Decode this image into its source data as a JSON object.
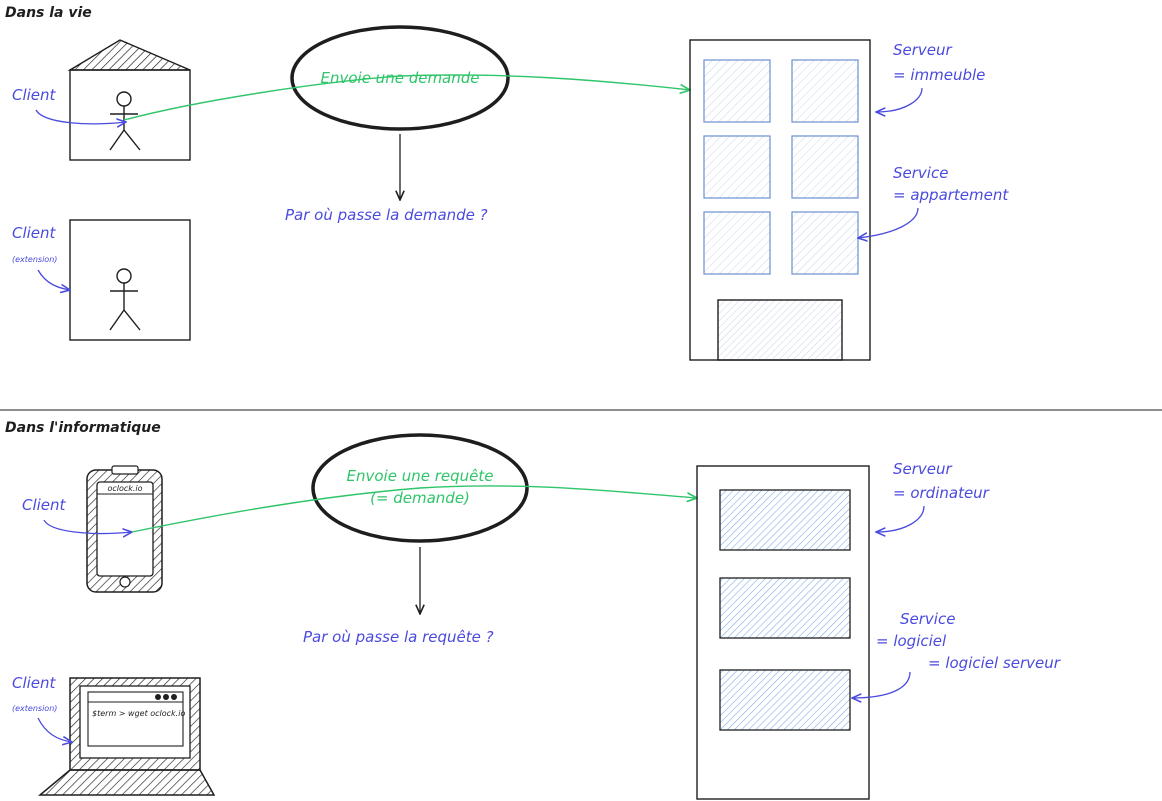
{
  "colors": {
    "ink": "#1e1e1e",
    "annotation": "#4a4adf",
    "arrow": "#2fc56a",
    "window_stroke": "#6b8fcf",
    "window_fill": "#a5c8f2"
  },
  "top": {
    "title": "Dans la vie",
    "client1": "Client",
    "client2": "Client",
    "client2_note": "(extension)",
    "request": "Envoie une demande",
    "question": "Par où passe la demande ?",
    "server_line1": "Serveur",
    "server_line2": "= immeuble",
    "service_line1": "Service",
    "service_line2": "= appartement"
  },
  "bottom": {
    "title": "Dans l'informatique",
    "client1": "Client",
    "phone_url": "oclock.io",
    "client2": "Client",
    "client2_note": "(extension)",
    "terminal": "$term > wget oclock.io",
    "request_line1": "Envoie une requête",
    "request_line2": "(= demande)",
    "question": "Par où passe la requête ?",
    "server_line1": "Serveur",
    "server_line2": "= ordinateur",
    "service_line1": "Service",
    "service_line2": "= logiciel",
    "service_line3": "= logiciel serveur"
  },
  "icons": [
    "house-icon",
    "stick-figure-icon",
    "building-icon",
    "smartphone-icon",
    "laptop-icon",
    "server-icon"
  ]
}
